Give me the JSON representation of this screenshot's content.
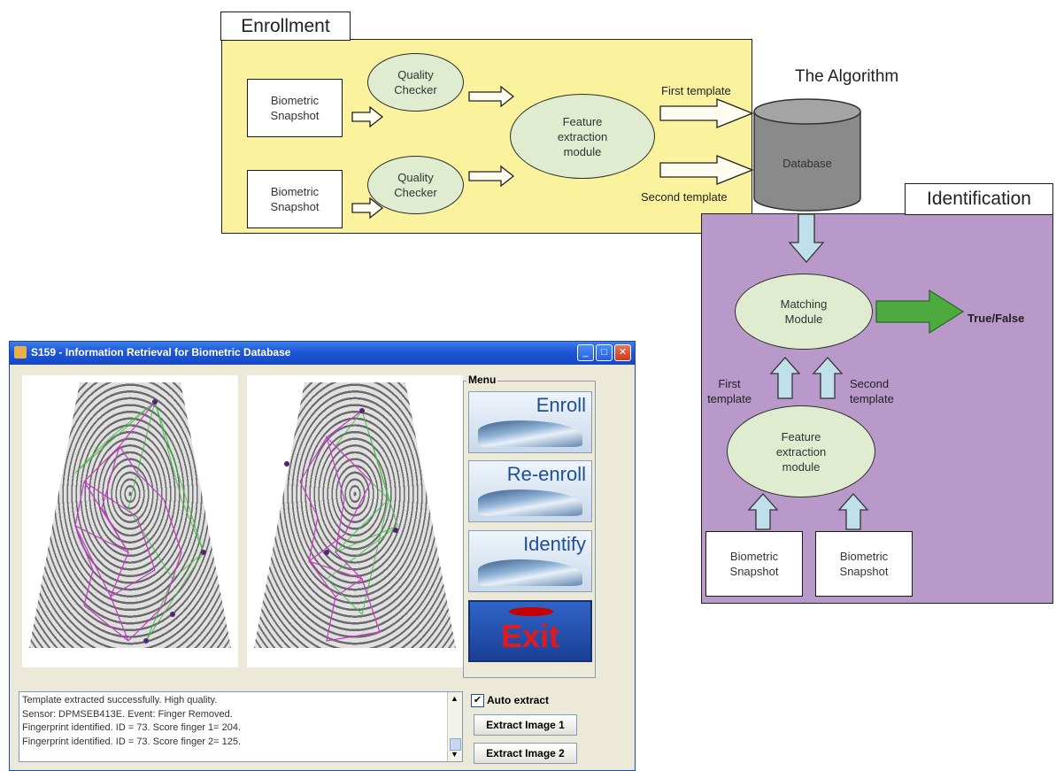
{
  "diagram": {
    "enrollment_title": "Enrollment",
    "identification_title": "Identification",
    "algorithm_title": "The Algorithm",
    "snapshot1": "Biometric\nSnapshot",
    "snapshot2": "Biometric\nSnapshot",
    "quality1": "Quality\nChecker",
    "quality2": "Quality\nChecker",
    "feature_enroll": "Feature\nextraction\nmodule",
    "first_template": "First template",
    "second_template": "Second template",
    "database": "Database",
    "matching": "Matching\nModule",
    "result": "True/False",
    "id_first_template": "First\ntemplate",
    "id_second_template": "Second\ntemplate",
    "feature_identify": "Feature\nextraction\nmodule",
    "id_snapshot1": "Biometric\nSnapshot",
    "id_snapshot2": "Biometric\nSnapshot",
    "colors": {
      "enrollment_bg": "#fbf29d",
      "identification_bg": "#b899c9",
      "ellipse_fill": "#dfeccf",
      "green_arrow": "#4caa3f",
      "blue_arrow": "#bfe0ea",
      "database_fill": "#8a8a8a"
    }
  },
  "app": {
    "title": "S159 - Information Retrieval for Biometric Database",
    "menu_label": "Menu",
    "enroll": "Enroll",
    "reenroll": "Re-enroll",
    "identify": "Identify",
    "exit": "Exit",
    "log_lines": [
      "Template extracted successfully. High quality.",
      "Sensor: DPMSEB413E. Event: Finger Removed.",
      "Fingerprint identified. ID = 73. Score finger 1= 204.",
      "Fingerprint identified. ID = 73. Score finger 2= 125."
    ],
    "auto_extract": "Auto extract",
    "auto_extract_checked": true,
    "extract1": "Extract Image 1",
    "extract2": "Extract Image 2",
    "icons": [
      "java-app-icon",
      "minimize-icon",
      "maximize-icon",
      "close-icon",
      "scroll-up-icon",
      "scroll-down-icon"
    ]
  }
}
